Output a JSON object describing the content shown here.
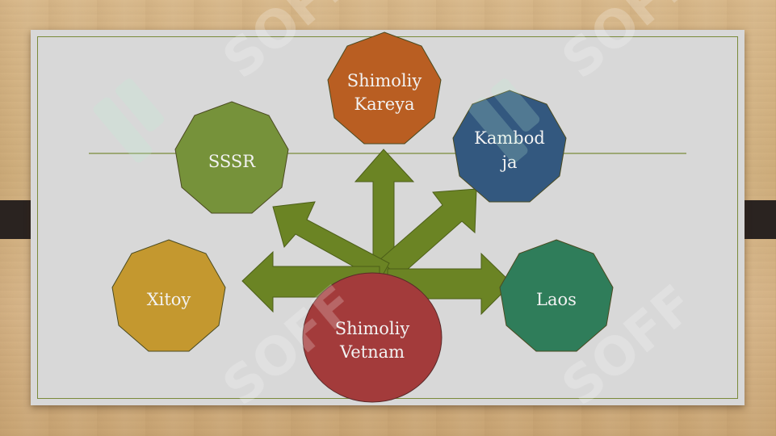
{
  "diagram": {
    "center": {
      "line1": "Shimoliy",
      "line2": "Vetnam",
      "color": "#a33b3b"
    },
    "nodes": [
      {
        "id": "shimoliy-kareya",
        "line1": "Shimoliy",
        "line2": "Kareya",
        "color": "#b95e22"
      },
      {
        "id": "kambodja",
        "line1": "Kambod",
        "line2": "ja",
        "color": "#33587f"
      },
      {
        "id": "sssr",
        "line1": "SSSR",
        "line2": "",
        "color": "#76923a"
      },
      {
        "id": "xitoy",
        "line1": "Xitoy",
        "line2": "",
        "color": "#c4982f"
      },
      {
        "id": "laos",
        "line1": "Laos",
        "line2": "",
        "color": "#2f7d5a"
      }
    ],
    "arrow_color": "#6b8424"
  },
  "watermark": {
    "text": "SOFF"
  }
}
